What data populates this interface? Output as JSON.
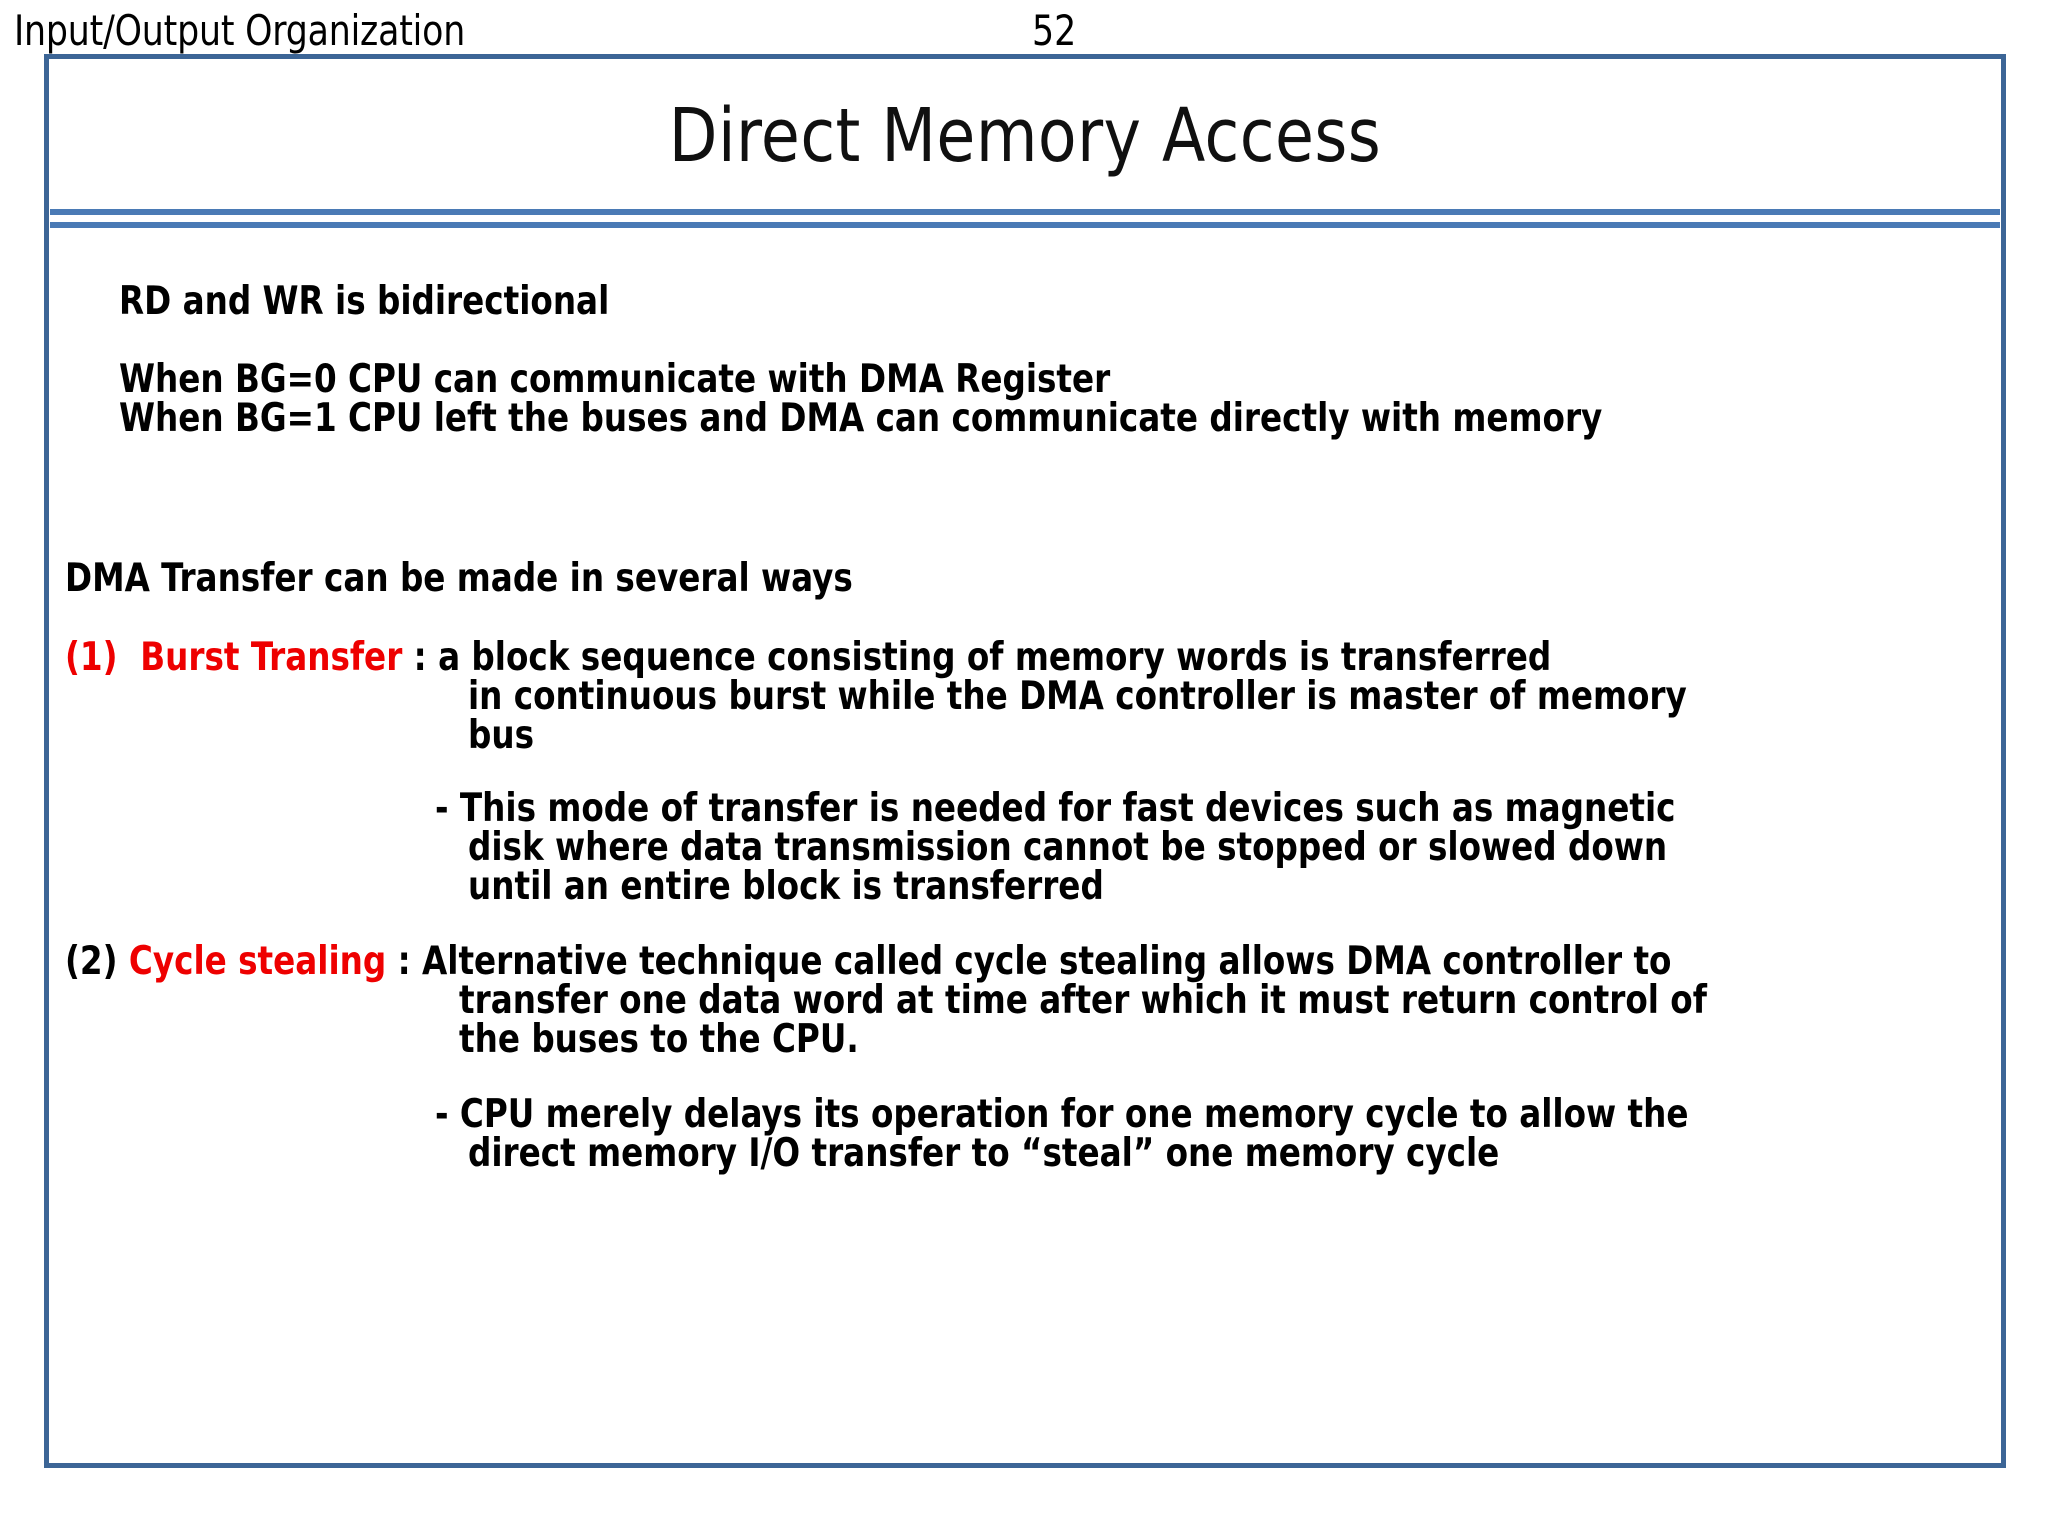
{
  "header": {
    "course_title": "Input/Output Organization",
    "page_number": "52"
  },
  "slide": {
    "title": "Direct Memory Access",
    "lines": {
      "rd_wr": "RD and WR is bidirectional",
      "bg0": "When BG=0 CPU can communicate with DMA Register",
      "bg1": "When BG=1 CPU left the buses and DMA can communicate directly with memory",
      "transfer_ways": "DMA Transfer can be made in several ways",
      "item1_number": "(1)",
      "item1_term": "Burst Transfer",
      "item1_text": ": a block sequence consisting of memory words is transferred",
      "item1_cont1": "in continuous burst while the DMA controller is master of memory",
      "item1_cont2": "bus",
      "item1_sub1": "- This mode of transfer is needed for fast devices such as magnetic",
      "item1_sub2": "disk where data transmission cannot be stopped or slowed down",
      "item1_sub3": "until an entire block is transferred",
      "item2_number": "(2)",
      "item2_term": "Cycle stealing",
      "item2_text": ": Alternative technique called cycle stealing allows DMA controller to",
      "item2_cont1": "transfer one data word at time after which it must return control of",
      "item2_cont2": "the buses to the CPU.",
      "item2_sub1": "- CPU merely delays its operation for one memory cycle to allow the",
      "item2_sub2": "direct memory I/O transfer to “steal” one memory cycle"
    }
  },
  "colors": {
    "frame_border": "#3c6596",
    "rule_blue": "#4a7ab5",
    "accent_red": "#ee0000",
    "text_black": "#000000",
    "background": "#ffffff"
  }
}
